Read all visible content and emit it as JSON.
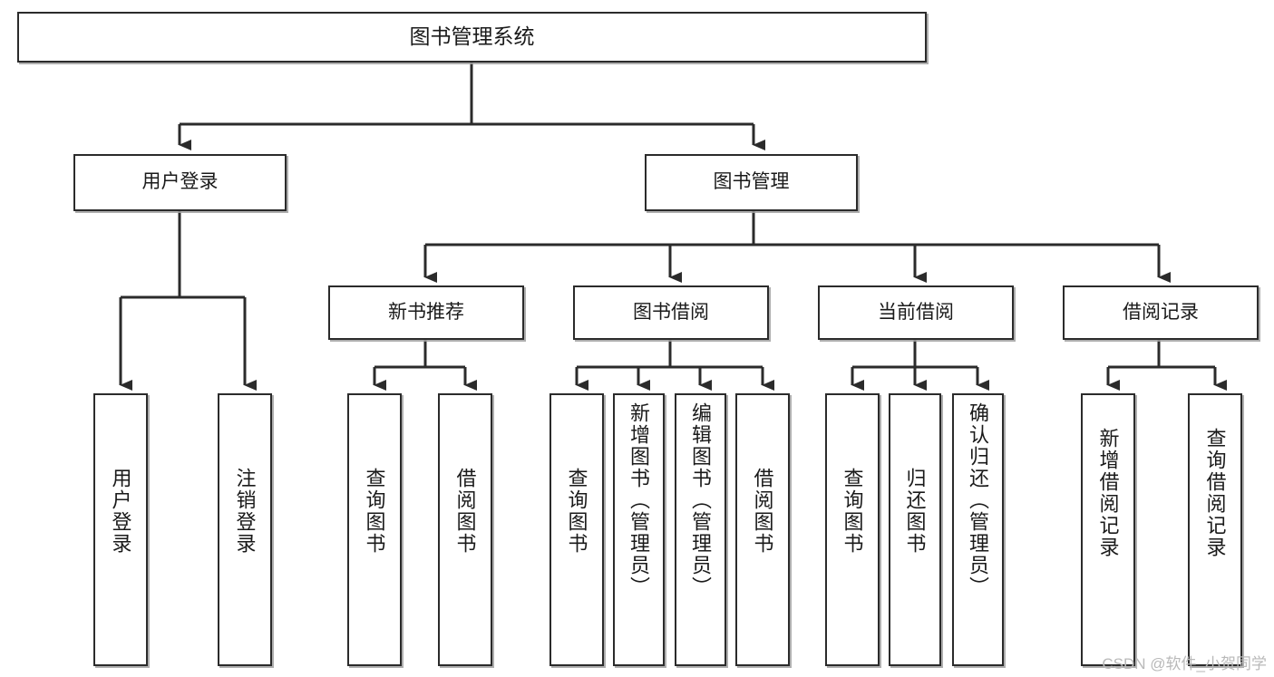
{
  "diagram": {
    "title": "图书管理系统",
    "type": "tree",
    "watermark": "CSDN @软件_小贺同学",
    "colors": {
      "box_border": "#2b2b2b",
      "box_fill": "#ffffff",
      "connector": "#2b2b2b",
      "shadow": "#a0a0a0",
      "watermark_text": "#b9b9b9",
      "background": "#ffffff"
    },
    "root": {
      "id": "root",
      "label": "图书管理系统"
    },
    "level2": [
      {
        "id": "user-login",
        "label": "用户登录"
      },
      {
        "id": "book-manage",
        "label": "图书管理"
      }
    ],
    "level3": [
      {
        "id": "new-book-recommend",
        "label": "新书推荐",
        "parent": "book-manage"
      },
      {
        "id": "book-borrow",
        "label": "图书借阅",
        "parent": "book-manage"
      },
      {
        "id": "current-borrow",
        "label": "当前借阅",
        "parent": "book-manage"
      },
      {
        "id": "borrow-record",
        "label": "借阅记录",
        "parent": "book-manage"
      }
    ],
    "leaves": [
      {
        "id": "leaf-user-login",
        "label": "用户登录",
        "parent": "user-login"
      },
      {
        "id": "leaf-user-logout",
        "label": "注销登录",
        "parent": "user-login"
      },
      {
        "id": "leaf-query-book-1",
        "label": "查询图书",
        "parent": "new-book-recommend"
      },
      {
        "id": "leaf-borrow-book-1",
        "label": "借阅图书",
        "parent": "new-book-recommend"
      },
      {
        "id": "leaf-query-book-2",
        "label": "查询图书",
        "parent": "book-borrow"
      },
      {
        "id": "leaf-add-book",
        "label": "新增图书（管理员）",
        "parent": "book-borrow"
      },
      {
        "id": "leaf-edit-book",
        "label": "编辑图书（管理员）",
        "parent": "book-borrow"
      },
      {
        "id": "leaf-borrow-book-2",
        "label": "借阅图书",
        "parent": "book-borrow"
      },
      {
        "id": "leaf-query-book-3",
        "label": "查询图书",
        "parent": "current-borrow"
      },
      {
        "id": "leaf-return-book",
        "label": "归还图书",
        "parent": "current-borrow"
      },
      {
        "id": "leaf-confirm-return",
        "label": "确认归还（管理员）",
        "parent": "current-borrow"
      },
      {
        "id": "leaf-add-record",
        "label": "新增借阅记录",
        "parent": "borrow-record"
      },
      {
        "id": "leaf-query-record",
        "label": "查询借阅记录",
        "parent": "borrow-record"
      }
    ]
  }
}
